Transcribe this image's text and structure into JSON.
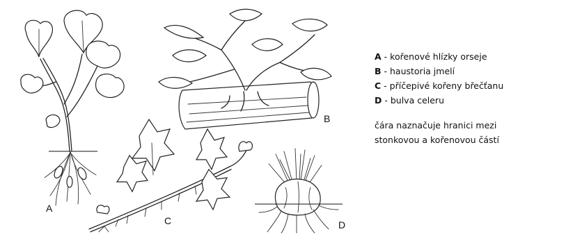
{
  "figure": {
    "labels": {
      "a": "A",
      "b": "B",
      "c": "C",
      "d": "D"
    }
  },
  "legend": {
    "items": [
      {
        "key": "A",
        "text": " - kořenové hlízky orseje"
      },
      {
        "key": "B",
        "text": " - haustoria jmelí"
      },
      {
        "key": "C",
        "text": " - příčepivé kořeny břečťanu"
      },
      {
        "key": "D",
        "text": " - bulva celeru"
      }
    ],
    "note_lines": [
      "čára naznačuje hranici mezi",
      "stonkovou a kořenovou částí"
    ]
  }
}
